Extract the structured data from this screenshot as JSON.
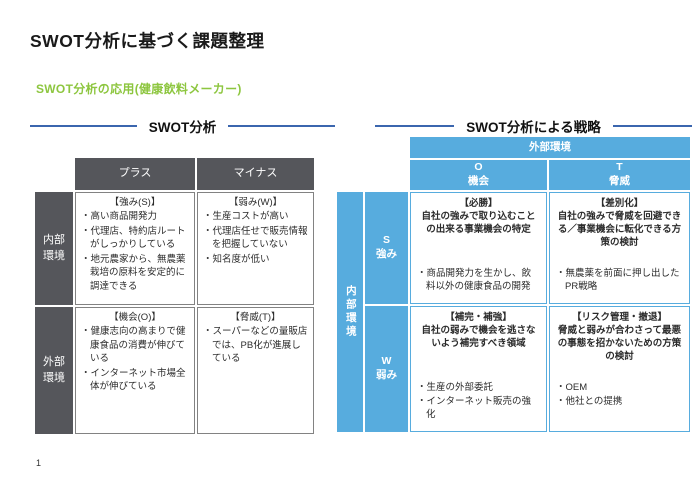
{
  "page": {
    "title": "SWOT分析に基づく課題整理",
    "subtitle": "SWOT分析の応用(健康飲料メーカー)",
    "page_number": "1"
  },
  "colors": {
    "accent_green": "#8dc63f",
    "header_gray": "#55565b",
    "header_blue": "#57acde",
    "rule_blue": "#3b66ae",
    "border_gray": "#828282"
  },
  "left_section": {
    "heading": "SWOT分析",
    "table": {
      "col_headers": [
        "プラス",
        "マイナス"
      ],
      "row_headers": [
        "内部環境",
        "外部環境"
      ],
      "cells": [
        {
          "title": "【強み(S)】",
          "bullets": [
            "高い商品開発力",
            "代理店、特約店ルートがしっかりしている",
            "地元農家から、無農薬栽培の原料を安定的に調達できる"
          ]
        },
        {
          "title": "【弱み(W)】",
          "bullets": [
            "生産コストが高い",
            "代理店任せで販売情報を把握していない",
            "知名度が低い"
          ]
        },
        {
          "title": "【機会(O)】",
          "bullets": [
            "健康志向の高まりで健康食品の消費が伸びている",
            "インターネット市場全体が伸びている"
          ]
        },
        {
          "title": "【脅威(T)】",
          "bullets": [
            "スーパーなどの量販店では、PB化が進展している"
          ]
        }
      ]
    }
  },
  "right_section": {
    "heading": "SWOT分析による戦略",
    "table": {
      "top_header": "外部環境",
      "col_headers": [
        {
          "letter": "O",
          "label": "機会"
        },
        {
          "letter": "T",
          "label": "脅威"
        }
      ],
      "side_header": "内部環境",
      "row_headers": [
        {
          "letter": "S",
          "label": "強み"
        },
        {
          "letter": "W",
          "label": "弱み"
        }
      ],
      "cells": [
        {
          "title": "【必勝】",
          "desc": "自社の強みで取り込むことの出来る事業機会の特定",
          "bullets": [
            "商品開発力を生かし、飲料以外の健康食品の開発"
          ]
        },
        {
          "title": "【差別化】",
          "desc": "自社の強みで脅威を回避できる／事業機会に転化できる方策の検討",
          "bullets": [
            "無農薬を前面に押し出したPR戦略"
          ]
        },
        {
          "title": "【補完・補強】",
          "desc": "自社の弱みで機会を逃さないよう補完すべき領域",
          "bullets": [
            "生産の外部委託",
            "インターネット販売の強化"
          ]
        },
        {
          "title": "【リスク管理・撤退】",
          "desc": "脅威と弱みが合わさって最悪の事態を招かないための方策の検討",
          "bullets": [
            "OEM",
            "他社との提携"
          ]
        }
      ]
    }
  }
}
